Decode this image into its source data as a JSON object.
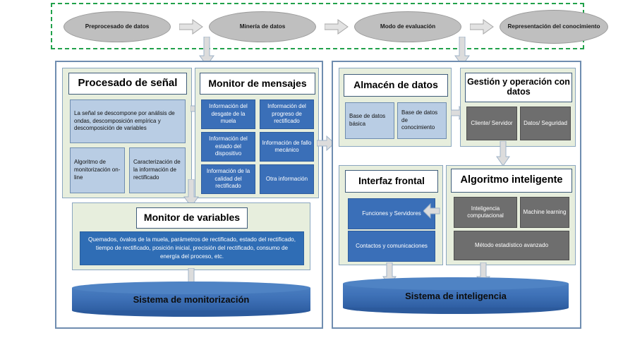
{
  "diagram": {
    "title": "Arquitectura de sistema de monitorizacion e inteligencia",
    "colors": {
      "dashed_border": "#21a14b",
      "panel_border": "#6f8db0",
      "group_fill": "#e7eedd",
      "light_blue": "#b9cde4",
      "blue": "#3a6fb8",
      "gray": "#6e6e6e",
      "cylinder": "#3f72b8",
      "ellipse": "#bfbfbf",
      "arrow": "#d9d9d9"
    }
  },
  "top_flow": {
    "steps": [
      {
        "label": "Preprocesado de datos"
      },
      {
        "label": "Minería de datos"
      },
      {
        "label": "Modo de evaluación"
      },
      {
        "label": "Representación del conocimiento"
      }
    ],
    "connector_icon": "right-arrow-icon"
  },
  "left_panel": {
    "signal_processing": {
      "title": "Procesado de señal",
      "description": "La señal se descompone  por análisis  de ondas, descomposición empírica y descomposición  de variables",
      "cells": [
        {
          "label": "Algoritmo de monitorización on-line"
        },
        {
          "label": "Caracterización de la información de rectificado"
        }
      ]
    },
    "message_monitor": {
      "title": "Monitor de mensajes",
      "cells": [
        {
          "label": "Información del desgate de la muela"
        },
        {
          "label": "Información del progreso de rectificado"
        },
        {
          "label": "Información del estado del dispositivo"
        },
        {
          "label": "Información de fallo mecánico"
        },
        {
          "label": "Información de la calidad del rectificado"
        },
        {
          "label": "Otra información"
        }
      ]
    },
    "variable_monitor": {
      "title": "Monitor de variables",
      "description": "Quemados, óvalos de la muela, parámetros de rectificado, estado del rectificado, tiempo de rectificado, posición inicial, precisión del rectificado, consumo de energía del proceso, etc."
    },
    "system": {
      "label": "Sistema de monitorización"
    }
  },
  "right_panel": {
    "data_warehouse": {
      "title": "Almacén de datos",
      "cells": [
        {
          "label": "Base de datos básica"
        },
        {
          "label": "Base de datos de conocimiento"
        }
      ]
    },
    "data_management": {
      "title": "Gestión y operación con datos",
      "cells": [
        {
          "label": "Cliente/ Servidor"
        },
        {
          "label": "Datos/ Seguridad"
        }
      ]
    },
    "front_interface": {
      "title": "Interfaz frontal",
      "cells": [
        {
          "label": "Funciones y Servidores"
        },
        {
          "label": "Contactos y comunicaciones"
        }
      ]
    },
    "intelligent_algorithm": {
      "title": "Algoritmo inteligente",
      "cells": [
        {
          "label": "Inteligencia computacional"
        },
        {
          "label": "Machine learning"
        },
        {
          "label": "Método estadístico avanzado"
        }
      ]
    },
    "system": {
      "label": "Sistema de inteligencia"
    }
  }
}
